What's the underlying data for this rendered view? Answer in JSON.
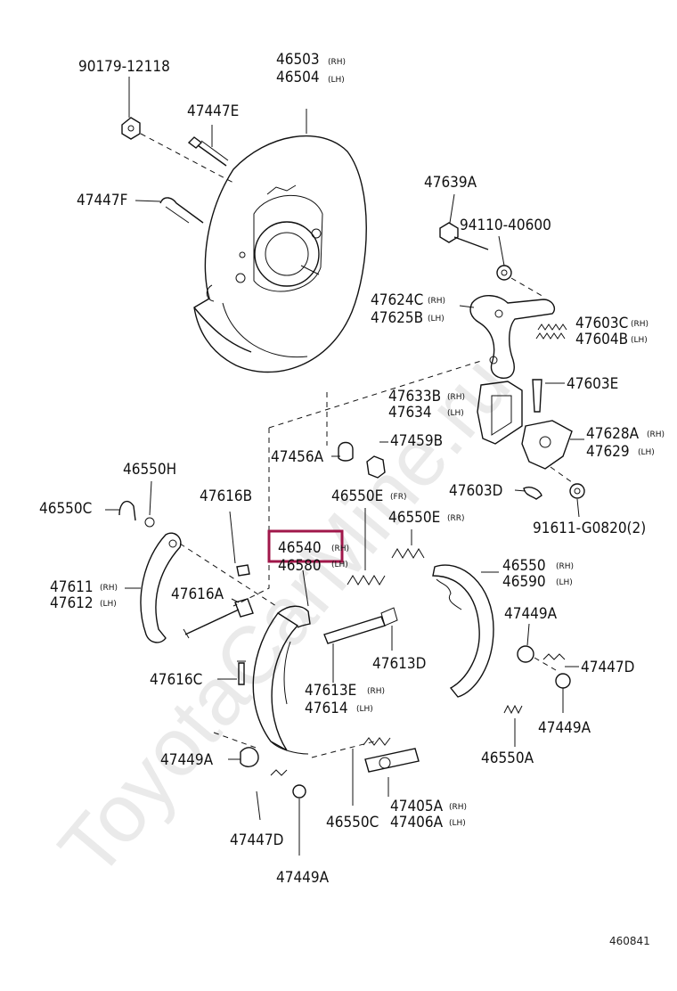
{
  "watermark": "ToyotaCarMine.ru",
  "figure_ref": "460841",
  "highlighted_part": "46540",
  "colors": {
    "highlight": "#a0174a",
    "line": "#111111",
    "watermark": "#d9d9d9"
  },
  "labels": {
    "p90179": "90179-12118",
    "p46503": "46503",
    "p46503_sfx": "(RH)",
    "p46504": "46504",
    "p46504_sfx": "(LH)",
    "p47447E": "47447E",
    "p47447F": "47447F",
    "p47639A": "47639A",
    "p94110": "94110-40600",
    "p47624C": "47624C",
    "p47624C_sfx": "(RH)",
    "p47625B": "47625B",
    "p47625B_sfx": "(LH)",
    "p47603C": "47603C",
    "p47603C_sfx": "(RH)",
    "p47604B": "47604B",
    "p47604B_sfx": "(LH)",
    "p47633B": "47633B",
    "p47633B_sfx": "(RH)",
    "p47634": "47634",
    "p47634_sfx": "(LH)",
    "p47603E": "47603E",
    "p47628A": "47628A",
    "p47628A_sfx": "(RH)",
    "p47629": "47629",
    "p47629_sfx": "(LH)",
    "p47456A": "47456A",
    "p47459B": "47459B",
    "p46550H": "46550H",
    "p46550C_left": "46550C",
    "p47616B": "47616B",
    "p46550E_fr": "46550E",
    "p46550E_fr_sfx": "(FR)",
    "p46550E_rr": "46550E",
    "p46550E_rr_sfx": "(RR)",
    "p47603D": "47603D",
    "p91611": "91611-G0820(2)",
    "p46540": "46540",
    "p46540_sfx": "(RH)",
    "p46580": "46580",
    "p46580_sfx": "(LH)",
    "p47611": "47611",
    "p47611_sfx": "(RH)",
    "p47612": "47612",
    "p47612_sfx": "(LH)",
    "p47616A": "47616A",
    "p46550": "46550",
    "p46550_sfx": "(RH)",
    "p46590": "46590",
    "p46590_sfx": "(LH)",
    "p47449A_right": "47449A",
    "p47447D_right": "47447D",
    "p47613D": "47613D",
    "p47616C": "47616C",
    "p47613E": "47613E",
    "p47613E_sfx": "(RH)",
    "p47614": "47614",
    "p47614_sfx": "(LH)",
    "p47449A_right2": "47449A",
    "p47449A_left": "47449A",
    "p46550A": "46550A",
    "p47405A": "47405A",
    "p47405A_sfx": "(RH)",
    "p47406A": "47406A",
    "p47406A_sfx": "(LH)",
    "p46550C_bottom": "46550C",
    "p47447D_bottom": "47447D",
    "p47449A_bottom": "47449A"
  }
}
